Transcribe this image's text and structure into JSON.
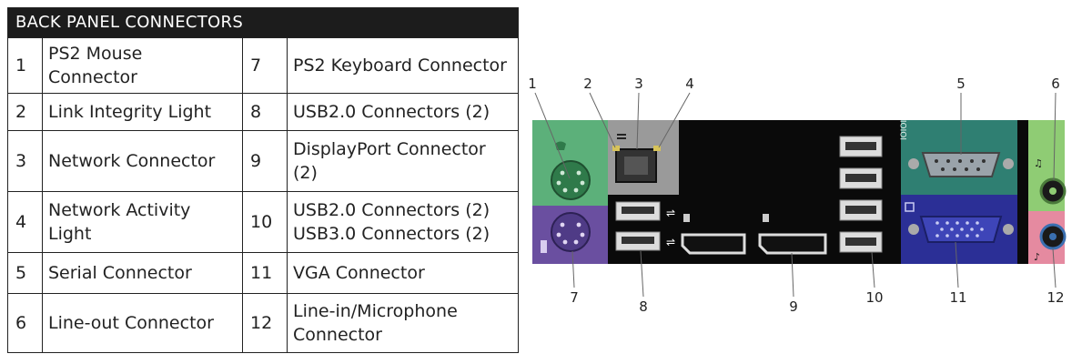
{
  "table": {
    "title": "BACK PANEL CONNECTORS",
    "rows": [
      {
        "left_num": "1",
        "left_label": "PS2 Mouse Connector",
        "right_num": "7",
        "right_label": "PS2 Keyboard Connector"
      },
      {
        "left_num": "2",
        "left_label": "Link Integrity Light",
        "right_num": "8",
        "right_label": "USB2.0 Connectors (2)"
      },
      {
        "left_num": "3",
        "left_label": "Network Connector",
        "right_num": "9",
        "right_label": "DisplayPort Connector (2)"
      },
      {
        "left_num": "4",
        "left_label": "Network Activity Light",
        "right_num": "10",
        "right_label": "USB2.0 Connectors (2)\nUSB3.0 Connectors (2)"
      },
      {
        "left_num": "5",
        "left_label": "Serial Connector",
        "right_num": "11",
        "right_label": "VGA Connector"
      },
      {
        "left_num": "6",
        "left_label": "Line-out Connector",
        "right_num": "12",
        "right_label": "Line-in/Microphone Connector"
      }
    ]
  },
  "diagram": {
    "callouts": [
      "1",
      "2",
      "3",
      "4",
      "5",
      "6",
      "7",
      "8",
      "9",
      "10",
      "11",
      "12"
    ],
    "colors": {
      "panel": "#0a0a0a",
      "ps2_mouse_bg": "#5cb07a",
      "ps2_keyboard_bg": "#6a4fa0",
      "network_bg": "#9a9a9a",
      "serial_bg": "#2f7f72",
      "vga_bg": "#2b2f96",
      "lineout_bg": "#8fcc74",
      "linein_bg": "#e58aa0"
    },
    "icons": [
      "mouse-icon",
      "network-icon",
      "usb-icon",
      "lock-icon",
      "serial-icon",
      "monitor-icon",
      "headphone-icon",
      "microphone-icon"
    ]
  }
}
